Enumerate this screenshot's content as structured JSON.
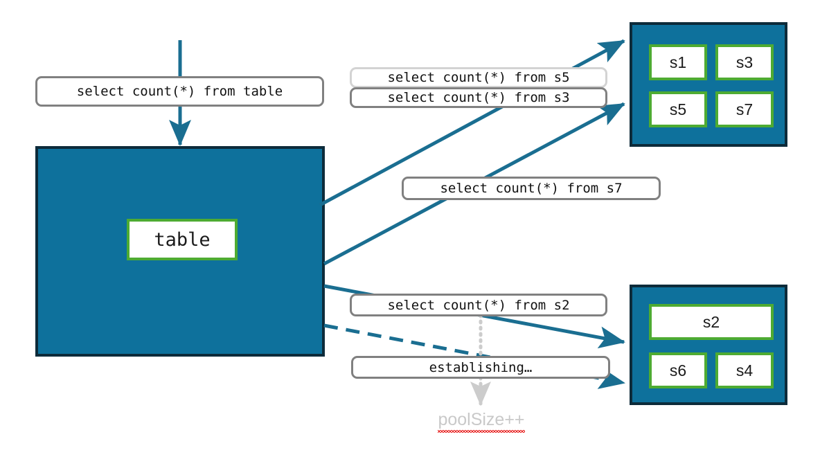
{
  "diagram": {
    "title": "connection pool query routing diagram",
    "colors": {
      "pool_fill": "#0e719c",
      "pool_border": "#0d2b3a",
      "cell_border": "#4eab32",
      "cell_fill": "#ffffff",
      "arrow": "#1a6e91",
      "label_border": "#808080",
      "label_border_faded": "#d3d3d3",
      "annotation_text": "#c9c9c9",
      "spellcheck_underline": "#e8201f"
    }
  },
  "table_pool": {
    "name": "table-pool",
    "cell_label": "table"
  },
  "pool_top": {
    "name": "server-pool-top",
    "cells": [
      {
        "label": "s1"
      },
      {
        "label": "s3"
      },
      {
        "label": "s5"
      },
      {
        "label": "s7"
      }
    ]
  },
  "pool_bottom": {
    "name": "server-pool-bottom",
    "cells": [
      {
        "label": "s2"
      },
      {
        "label": "s6"
      },
      {
        "label": "s4"
      }
    ]
  },
  "labels": {
    "table_query": "select count(*) from table",
    "s5_query": "select count(*) from s5",
    "s3_query": "select count(*) from s3",
    "s7_query": "select count(*) from s7",
    "s2_query": "select count(*) from s2",
    "establishing": "establishing…"
  },
  "annotation": {
    "pool_size": "poolSize++"
  }
}
